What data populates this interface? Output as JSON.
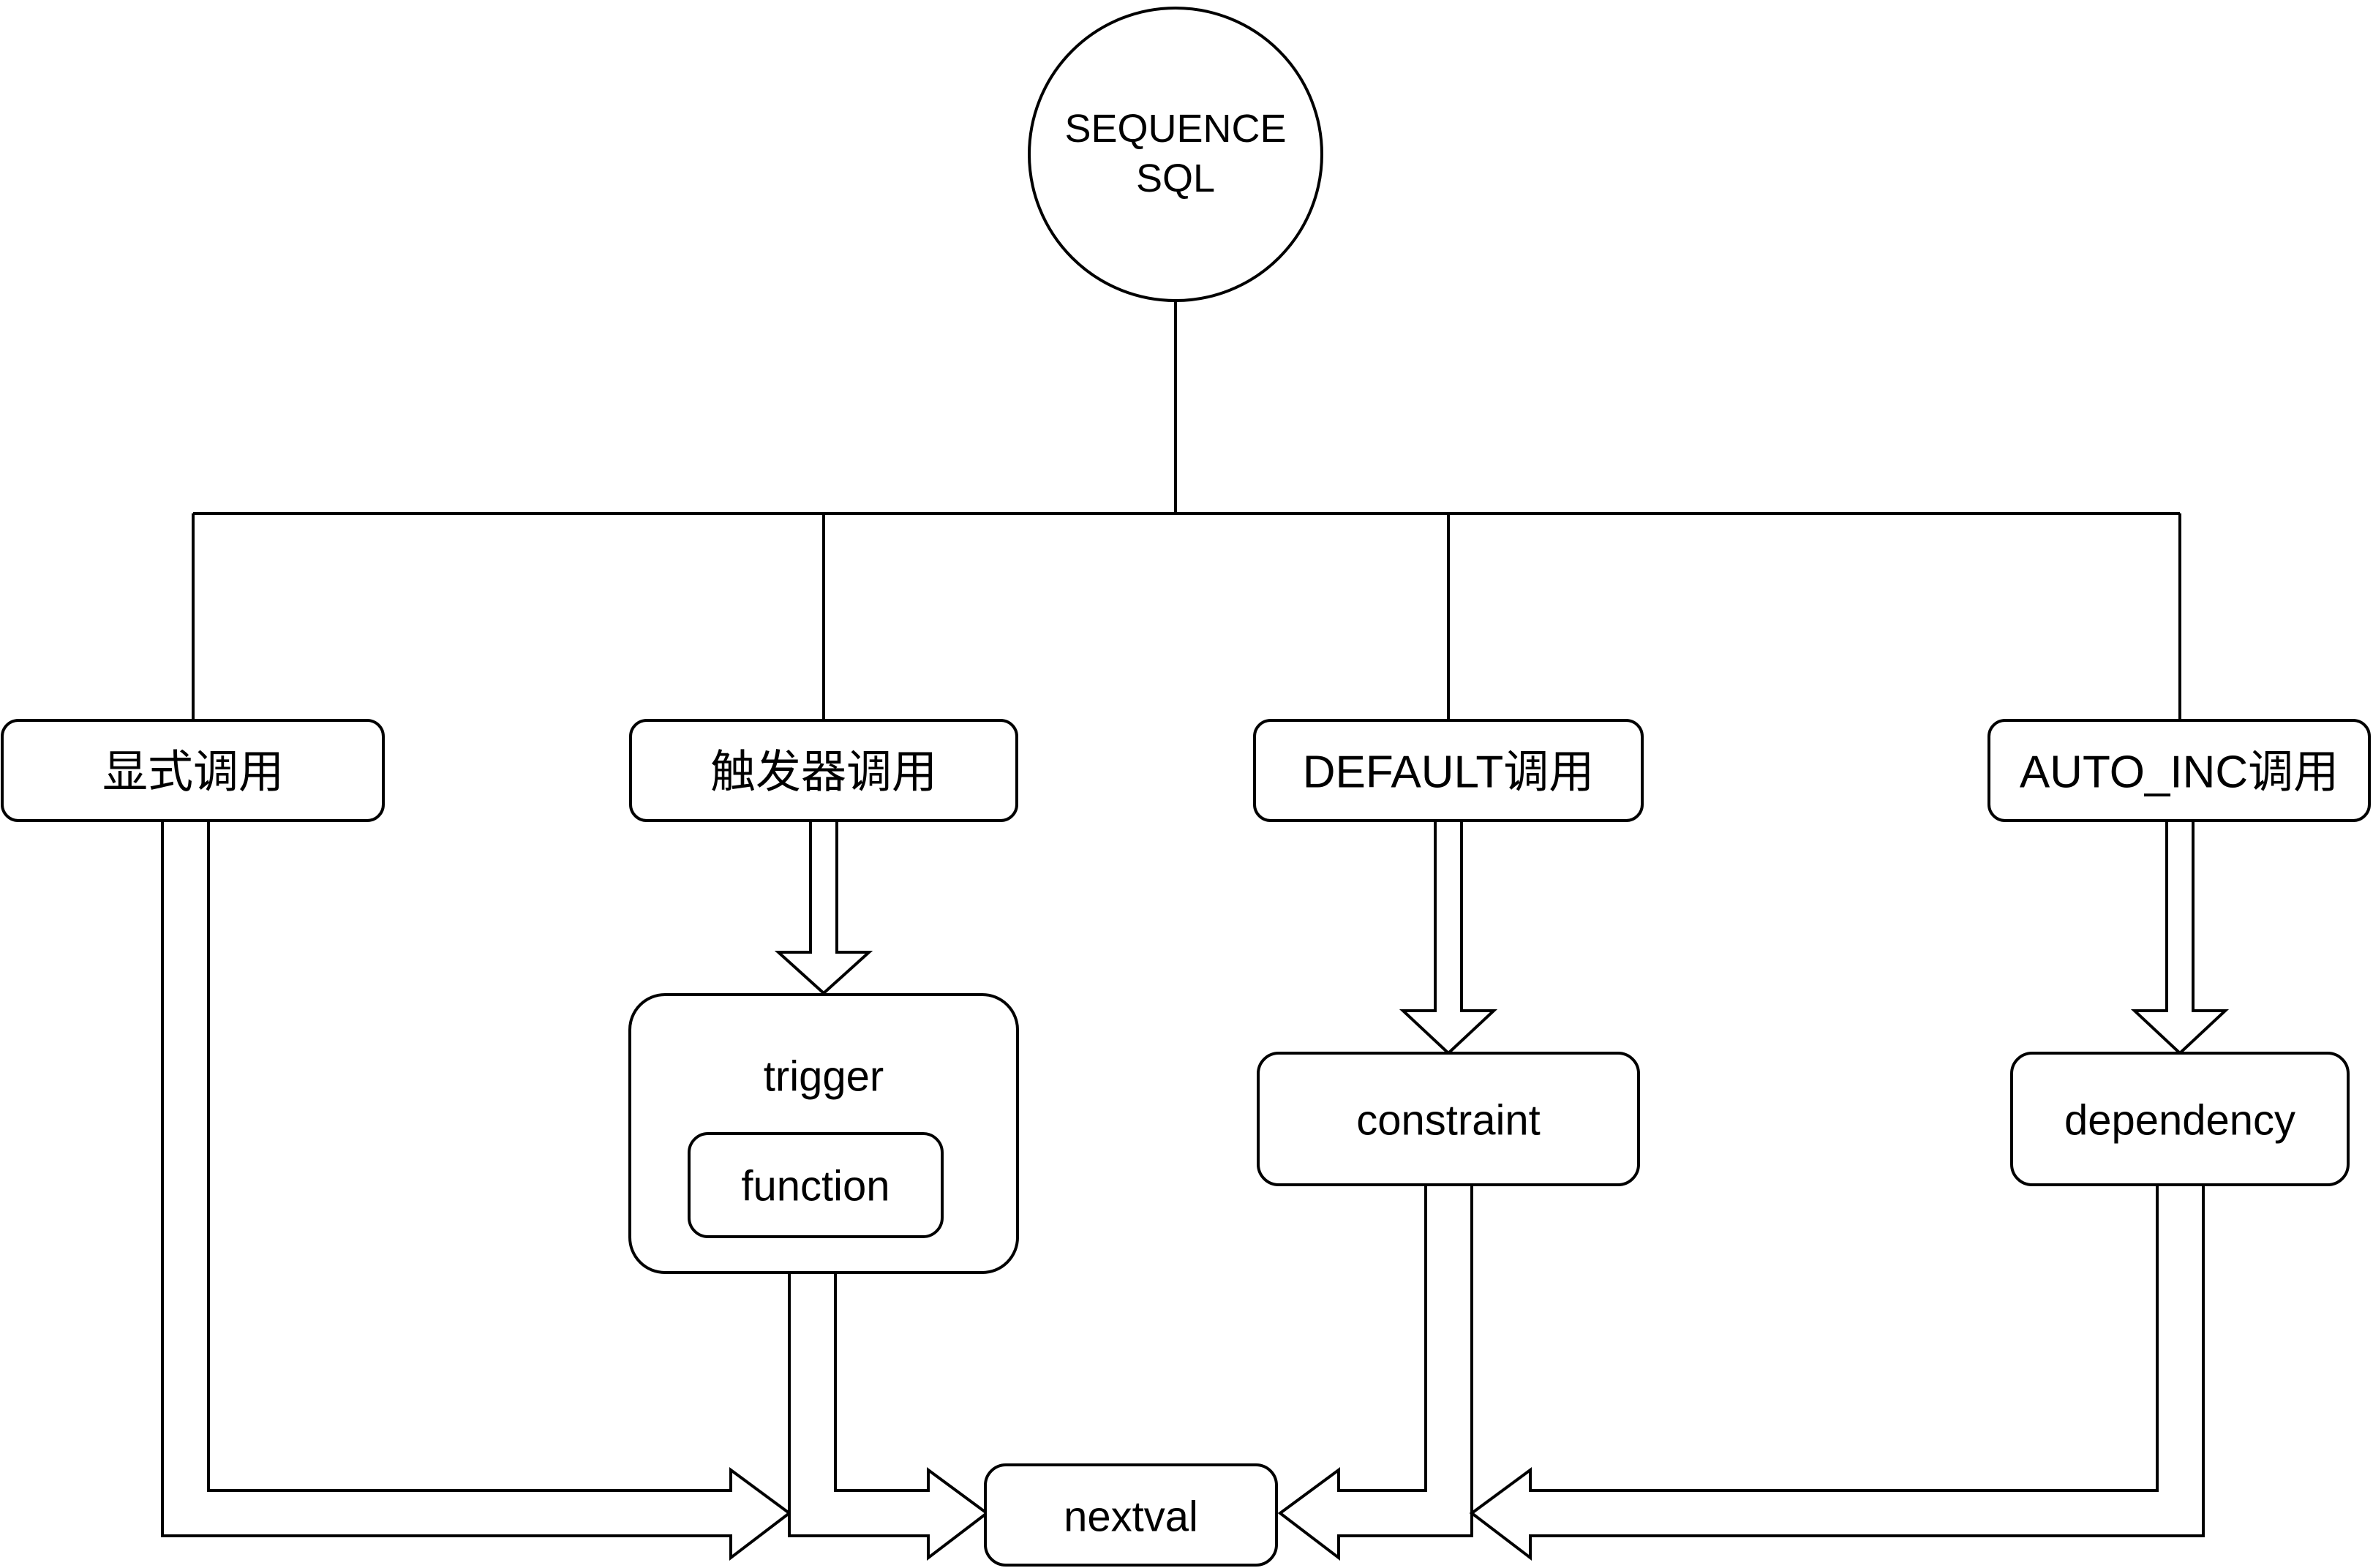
{
  "diagram": {
    "title": "SEQUENCE SQL call paths flowchart",
    "root": {
      "label_line1": "SEQUENCE",
      "label_line2": "SQL"
    },
    "branches": [
      {
        "id": "explicit-call",
        "label": "显式调用"
      },
      {
        "id": "trigger-call",
        "label": "触发器调用"
      },
      {
        "id": "default-call",
        "label": "DEFAULT调用"
      },
      {
        "id": "auto-inc-call",
        "label": "AUTO_INC调用"
      }
    ],
    "nodes": {
      "trigger": {
        "label": "trigger"
      },
      "function": {
        "label": "function"
      },
      "constraint": {
        "label": "constraint"
      },
      "dependency": {
        "label": "dependency"
      },
      "nextval": {
        "label": "nextval"
      }
    },
    "edges": [
      {
        "from": "SEQUENCE SQL",
        "to": "显式调用",
        "style": "plain-line"
      },
      {
        "from": "SEQUENCE SQL",
        "to": "触发器调用",
        "style": "plain-line"
      },
      {
        "from": "SEQUENCE SQL",
        "to": "DEFAULT调用",
        "style": "plain-line"
      },
      {
        "from": "SEQUENCE SQL",
        "to": "AUTO_INC调用",
        "style": "plain-line"
      },
      {
        "from": "触发器调用",
        "to": "trigger",
        "style": "hollow-block-arrow"
      },
      {
        "from": "DEFAULT调用",
        "to": "constraint",
        "style": "hollow-block-arrow"
      },
      {
        "from": "AUTO_INC调用",
        "to": "dependency",
        "style": "hollow-block-arrow"
      },
      {
        "from": "显式调用",
        "to": "nextval",
        "style": "hollow-block-arrow"
      },
      {
        "from": "trigger",
        "to": "nextval",
        "style": "hollow-block-arrow"
      },
      {
        "from": "constraint",
        "to": "nextval",
        "style": "hollow-block-arrow"
      },
      {
        "from": "dependency",
        "to": "nextval",
        "style": "hollow-block-arrow"
      }
    ],
    "colors": {
      "stroke": "#000000",
      "fill": "#ffffff",
      "background": "#ffffff",
      "text": "#000000"
    }
  }
}
